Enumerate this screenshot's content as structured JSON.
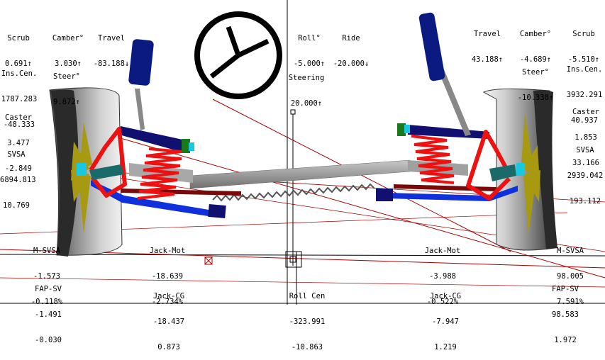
{
  "readouts": {
    "scrub_left": {
      "label": "Scrub",
      "v1": "0.691↑"
    },
    "camber_left": {
      "label": "Camber°",
      "v1": "3.030↑"
    },
    "travel_left": {
      "label": "Travel",
      "v1": "-83.188↓"
    },
    "roll": {
      "label": "Roll°",
      "v1": "-5.000↑"
    },
    "ride": {
      "label": "Ride",
      "v1": "-20.000↓"
    },
    "travel_right": {
      "label": "Travel",
      "v1": "43.188↑"
    },
    "camber_right": {
      "label": "Camber°",
      "v1": "-4.689↑"
    },
    "scrub_right": {
      "label": "Scrub",
      "v1": "-5.510↑"
    },
    "inscen_left": {
      "label": "Ins.Cen.",
      "v1": "1787.283",
      "v2": "-48.333"
    },
    "steer_left": {
      "label": "Steer°",
      "v1": "9.872↑"
    },
    "steering": {
      "label": "Steering",
      "v1": "20.000↑"
    },
    "steer_right": {
      "label": "Steer°",
      "v1": "-10.338↑"
    },
    "inscen_right": {
      "label": "Ins.Cen.",
      "v1": "3932.291",
      "v2": "40.937"
    },
    "caster_left": {
      "label": "Caster",
      "v1": "3.477",
      "v2": "-2.849"
    },
    "caster_right": {
      "label": "Caster",
      "v1": "1.853",
      "v2": "33.166"
    },
    "svsa_left": {
      "label": "SVSA",
      "v1": "6894.813",
      "v2": "10.769"
    },
    "svsa_right": {
      "label": "SVSA",
      "v1": "2939.042",
      "v2": "193.112"
    },
    "msvsa_left": {
      "label": "M-SVSA",
      "v1": "-1.573",
      "v2": "-0.118%"
    },
    "jackmot_left": {
      "label": "Jack-Mot",
      "v1": "-18.639",
      "v2": "-2.734%"
    },
    "jackmot_right": {
      "label": "Jack-Mot",
      "v1": "-3.988",
      "v2": "-0.522%"
    },
    "msvsa_right": {
      "label": "M-SVSA",
      "v1": "98.005",
      "v2": "7.591%"
    },
    "fapsv_left": {
      "label": "FAP-SV",
      "v1": "-1.491",
      "v2": "-0.030"
    },
    "jackcg_left": {
      "label": "Jack-CG",
      "v1": "-18.437",
      "v2": "0.873"
    },
    "rollcen": {
      "label": "Roll Cen",
      "v1": "-323.991",
      "v2": "-10.863"
    },
    "jackcg_right": {
      "label": "Jack-CG",
      "v1": "-7.947",
      "v2": "1.219"
    },
    "fapsv_right": {
      "label": "FAP-SV",
      "v1": "98.583",
      "v2": "1.972"
    }
  },
  "colors": {
    "arm_red": "#ee1111",
    "upper_arm_blue": "#101070",
    "lower_arm_blue": "#1030dd",
    "damper": "#0a1a80",
    "spring": "#ee1010",
    "rack": "#909090",
    "tie_rod": "#7a0a0a",
    "tire": "#5a5a5a",
    "hub_yellow": "#a89a10",
    "upright_teal": "#1a6a6a",
    "cyan": "#18c8e0",
    "green": "#1a7a1a",
    "construction_line": "#aa0000"
  }
}
